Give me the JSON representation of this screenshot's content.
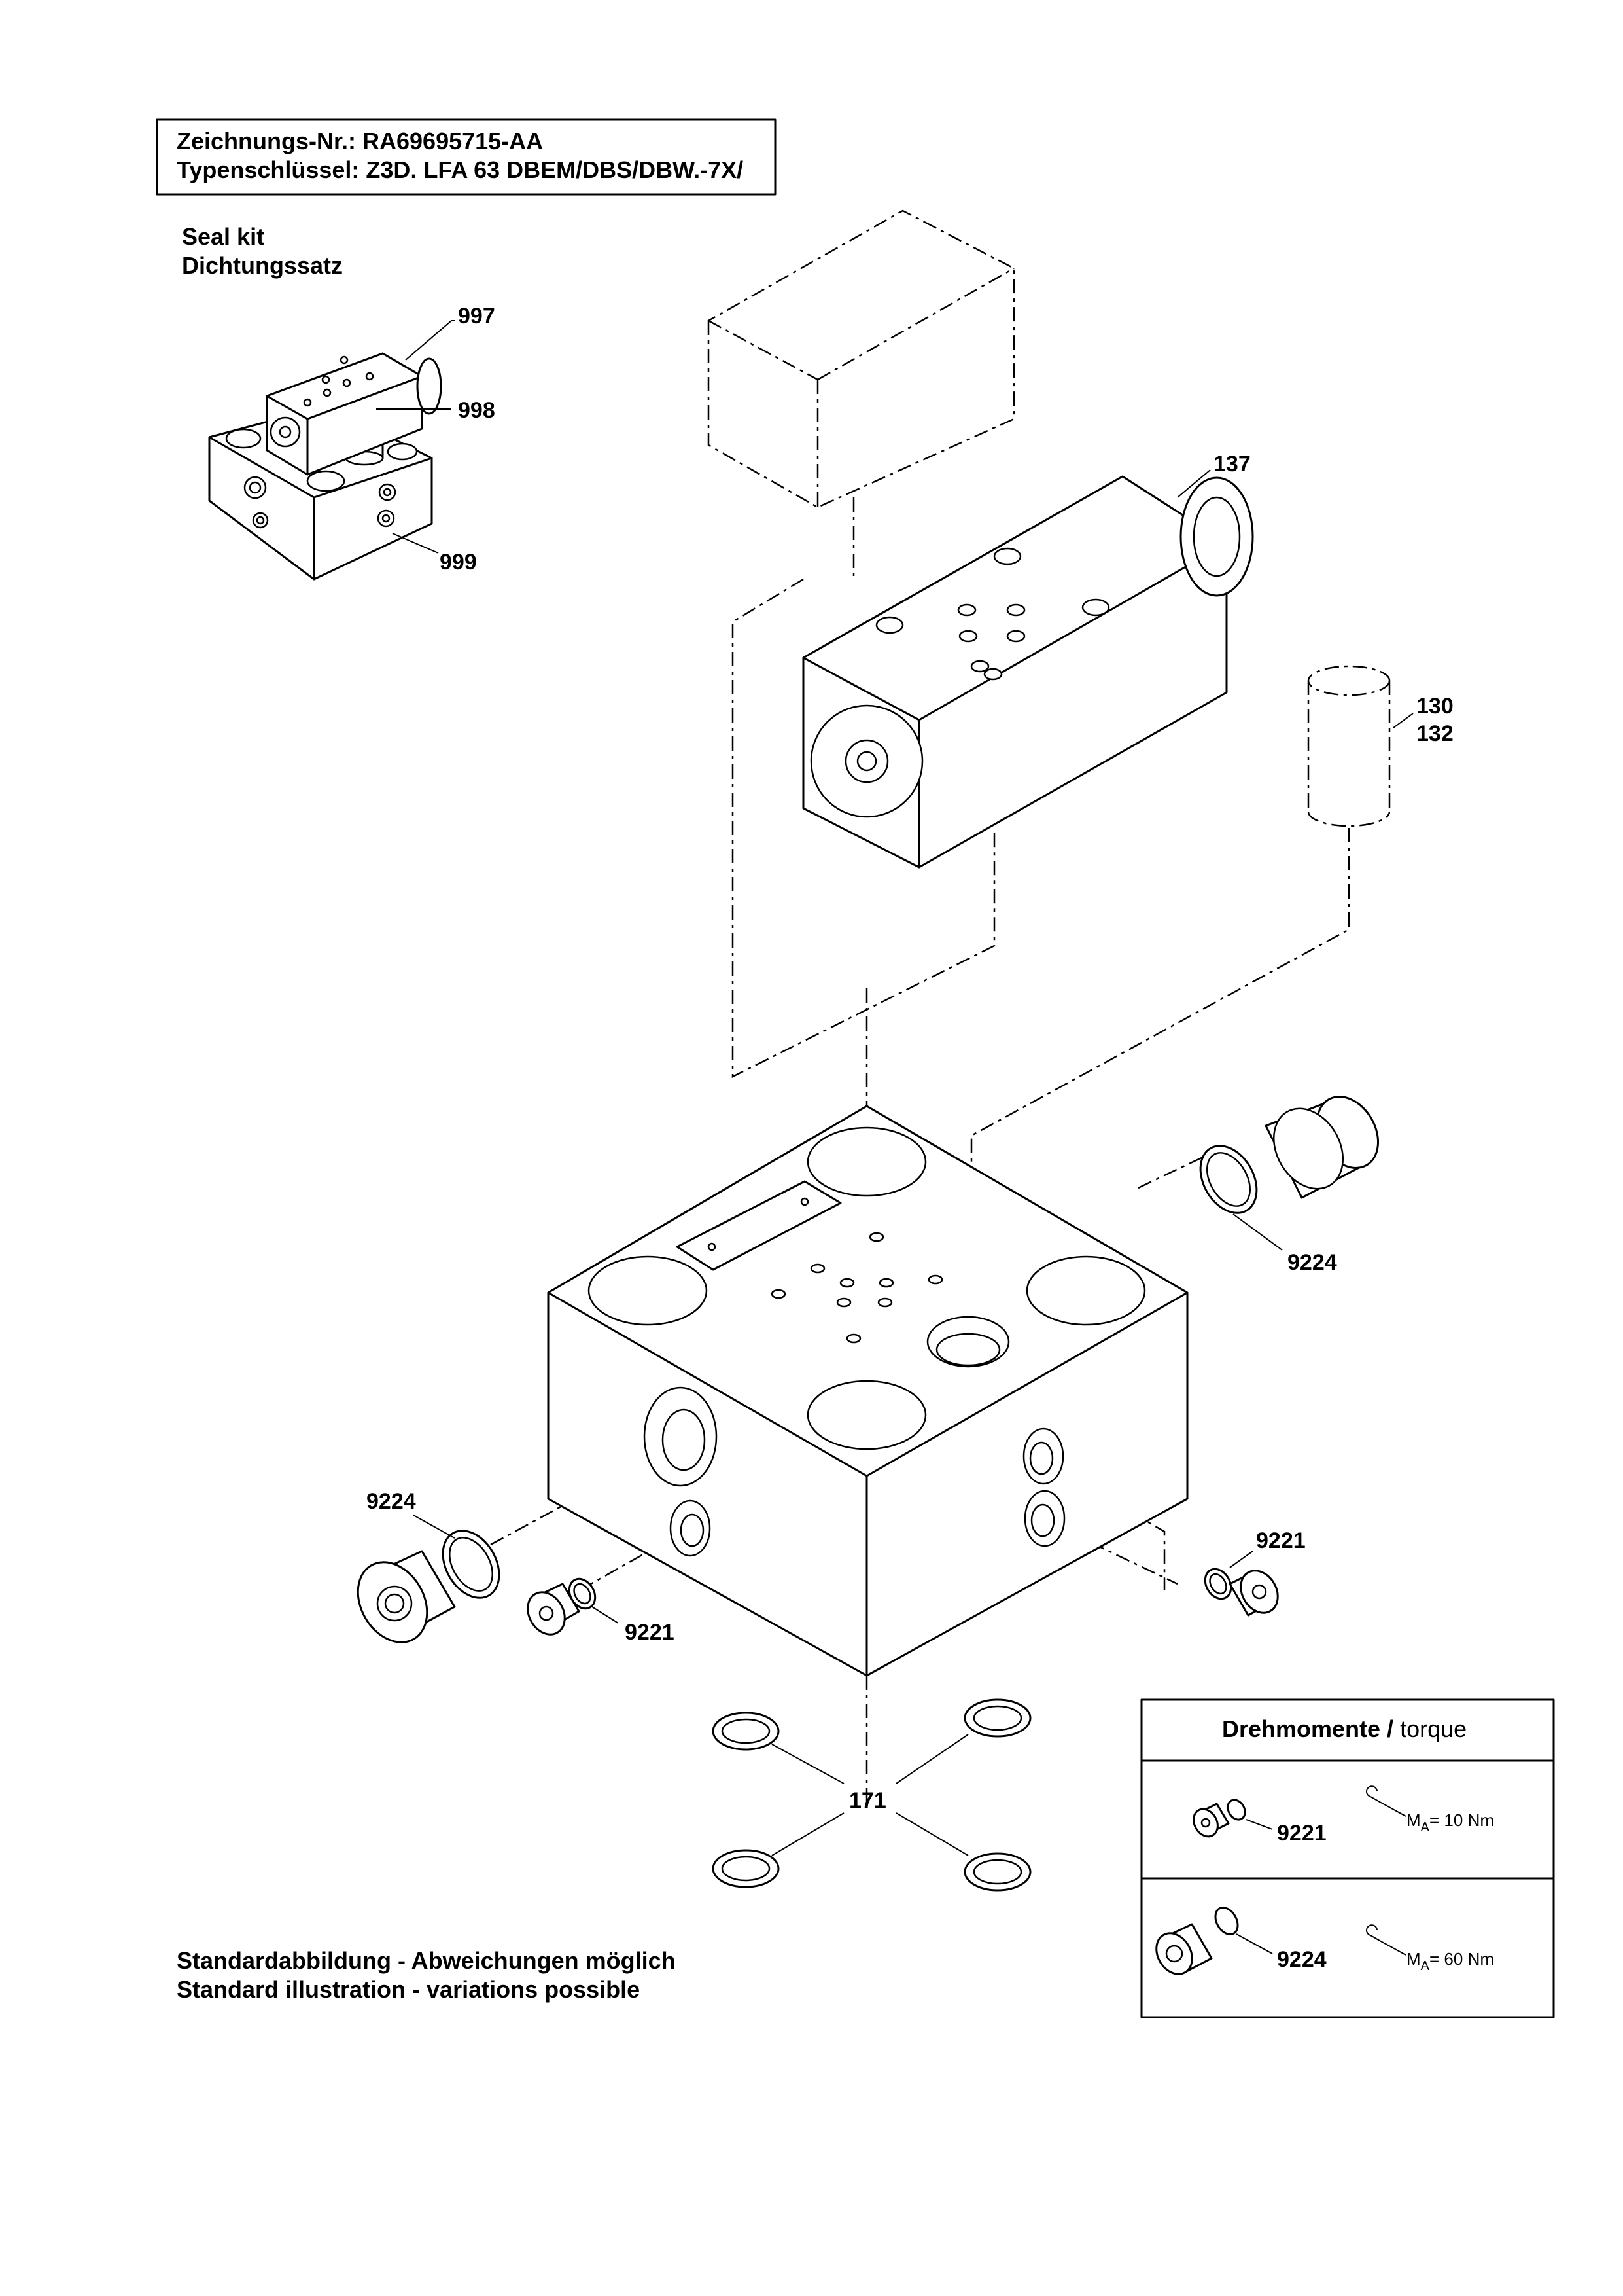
{
  "header": {
    "drawing_number": "Zeichnungs-Nr.: RA69695715-AA",
    "type_key": "Typenschlüssel: Z3D. LFA 63 DBEM/DBS/DBW.-7X/"
  },
  "seal_kit": {
    "line1": "Seal kit",
    "line2": "Dichtungssatz"
  },
  "callouts": {
    "c997": "997",
    "c998": "998",
    "c999": "999",
    "c137": "137",
    "c130": "130",
    "c132": "132",
    "c9224_right": "9224",
    "c9224_left": "9224",
    "c9221_left": "9221",
    "c9221_right": "9221",
    "c171": "171"
  },
  "note": {
    "line1": "Standardabbildung - Abweichungen möglich",
    "line2": "Standard illustration - variations possible"
  },
  "torque_table": {
    "title_bold": "Drehmomente /",
    "title_normal": "torque",
    "rows": [
      {
        "part": "9221",
        "ma_symbol": "M",
        "ma_sub": "A",
        "value": "= 10 Nm"
      },
      {
        "part": "9224",
        "ma_symbol": "M",
        "ma_sub": "A",
        "value": "= 60 Nm"
      }
    ]
  }
}
